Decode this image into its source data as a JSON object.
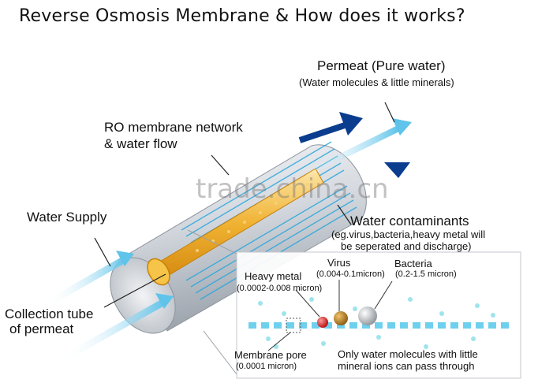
{
  "title": "Reverse Osmosis Membrane & How does it works?",
  "permeat": {
    "title": "Permeat (Pure water)",
    "sub": "(Water molecules & little minerals)"
  },
  "ro_network": {
    "line1": "RO membrane network",
    "line2": "& water flow"
  },
  "water_supply": "Water Supply",
  "collection": {
    "line1": "Collection tube",
    "line2": "of permeat"
  },
  "contaminants": {
    "title": "Water contaminants",
    "line1": "(eg.virus,bacteria,heavy metal will",
    "line2": "be seperated and discharge)"
  },
  "heavy_metal": {
    "name": "Heavy metal",
    "size": "(0.0002-0.008 micron)"
  },
  "virus": {
    "name": "Virus",
    "size": "(0.004-0.1micron)"
  },
  "bacteria": {
    "name": "Bacteria",
    "size": "(0.2-1.5 micron)"
  },
  "membrane_pore": {
    "name": "Membrane pore",
    "size": "(0.0001 micron)"
  },
  "pass_through": {
    "line1": "Only water molecules with little",
    "line2": "mineral ions can pass through"
  },
  "watermark": "trade.china.cn",
  "colors": {
    "arrow_light": "#5fc3ea",
    "arrow_dark": "#0b3d8f",
    "core": "#f0b232",
    "membrane_lines": "#2aa6dc",
    "cylinder": "#d9dde2"
  }
}
